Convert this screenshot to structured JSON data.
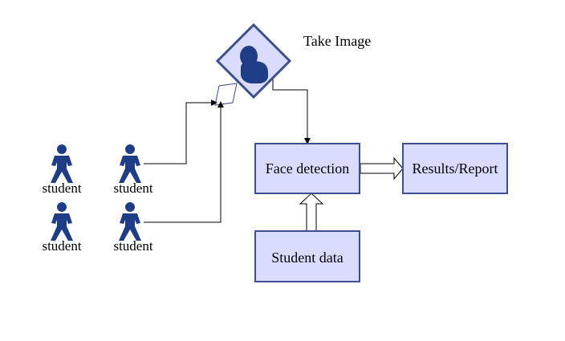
{
  "diagram": {
    "take_image": "Take Image",
    "face_detection": "Face detection",
    "results_report": "Results/Report",
    "student_data": "Student data",
    "students": [
      "student",
      "student",
      "student",
      "student"
    ]
  },
  "colors": {
    "box_fill": "#d9dcff",
    "box_stroke": "#3c4f8f",
    "icon": "#1f3d87"
  },
  "icons": {
    "camera": "portrait-icon",
    "student": "person-icon"
  }
}
